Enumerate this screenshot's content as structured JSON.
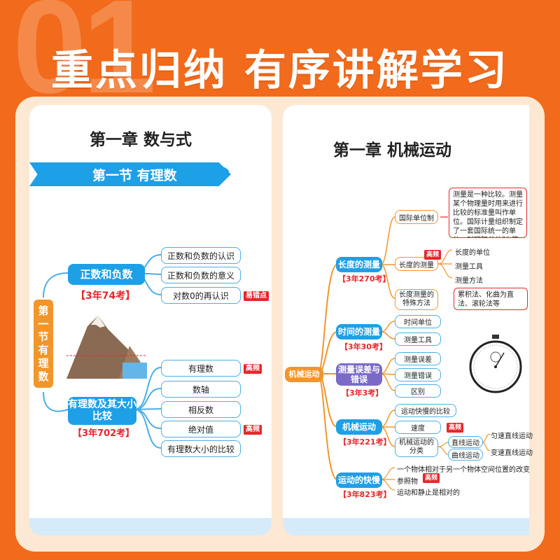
{
  "decor_number": "01",
  "headline": "重点归纳 有序讲解学习",
  "left_page": {
    "chapter_title": "第一章 数与式",
    "section_banner": "第一节 有理数",
    "side_label": "第一节 有理数",
    "branch1": {
      "title": "正数和负数",
      "count": "【3年74考】",
      "items": [
        "正数和负数的认识",
        "正数和负数的意义",
        "对数0的再认识"
      ],
      "tag": "易错点"
    },
    "branch2": {
      "title": "有理数及其大小比较",
      "count": "【3年702考】",
      "items": [
        "有理数",
        "数轴",
        "相反数",
        "绝对值",
        "有理数大小的比较"
      ],
      "tags": [
        "高频",
        "高频"
      ]
    }
  },
  "right_page": {
    "chapter_title": "第一章 机械运动",
    "root": "机械运动",
    "measure_length": {
      "title": "长度的测量",
      "count": "【3年270考】",
      "sub1": "国际单位制",
      "sub1_desc": "测量是一种比较。测量某个物理量时用来进行比较的标准量叫作单位。国际计量组织制定了一套国际统一的单位，叫国际单位制(简称SI)",
      "sub2": "长度的测量",
      "sub2_tag": "高频",
      "sub2_items": [
        "长度的单位",
        "测量工具",
        "测量方法"
      ],
      "sub3": "长度测量的特殊方法",
      "sub3_desc": "累积法、化曲为直法、滚轮法等"
    },
    "measure_time": {
      "title": "时间的测量",
      "count": "【3年30考】",
      "items": [
        "时间单位",
        "测量工具"
      ]
    },
    "error": {
      "title": "测量误差与错误",
      "count": "【3年3考】",
      "items": [
        "测量误差",
        "测量错误",
        "区别"
      ]
    },
    "motion": {
      "title": "机械运动",
      "count": "【3年221考】",
      "items": [
        "运动快慢的比较",
        "速度",
        "机械运动的分类"
      ],
      "speed_tag": "高频",
      "types": [
        "直线运动",
        "曲线运动"
      ],
      "linear": [
        "匀速直线运动",
        "变速直线运动"
      ]
    },
    "relative": {
      "title": "运动的快慢",
      "count": "【3年823考】",
      "items": [
        "一个物体相对于另一个物体空间位置的改变",
        "参照物",
        "运动和静止是相对的"
      ],
      "tag": "高频"
    }
  },
  "colors": {
    "orange": "#f26a1b",
    "blue": "#1ea0e6",
    "red": "#e8262b",
    "purple": "#7b6ac8"
  }
}
